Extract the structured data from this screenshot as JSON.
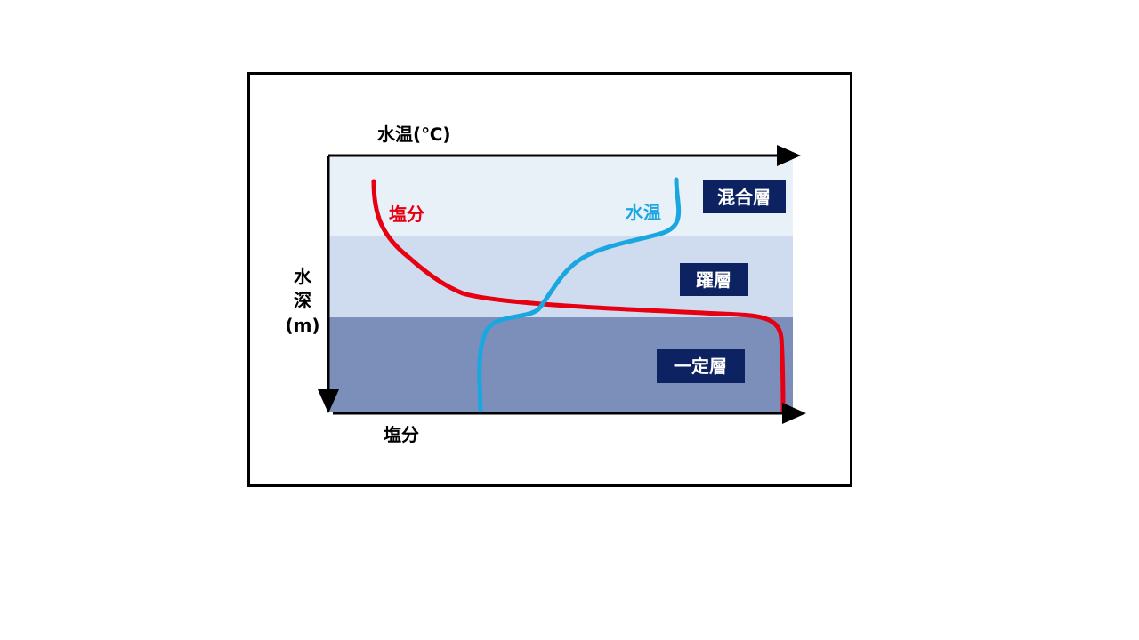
{
  "axes": {
    "top_label": "水温(℃)",
    "bottom_label": "塩分",
    "depth_label_chars": [
      "水",
      "深",
      "(m)"
    ]
  },
  "curves": {
    "salinity": {
      "label": "塩分",
      "color": "#e60012"
    },
    "temperature": {
      "label": "水温",
      "color": "#1aa7e0"
    }
  },
  "layers": [
    {
      "label": "混合層",
      "color": "#e8f0f8"
    },
    {
      "label": "躍層",
      "color": "#cfdbee"
    },
    {
      "label": "一定層",
      "color": "#7b8fba"
    }
  ],
  "colors": {
    "label_box": "#0d2361",
    "axis": "#000000"
  }
}
